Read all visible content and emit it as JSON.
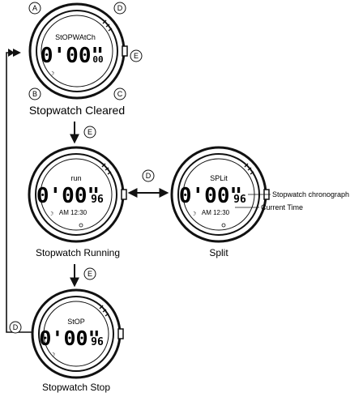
{
  "watches": {
    "cleared": {
      "caption": "Stopwatch Cleared",
      "top": "StOPWAtCh",
      "main": "0'00\"",
      "hundredths": "00",
      "bottom": ""
    },
    "running": {
      "caption": "Stopwatch Running",
      "top": "run",
      "main": "0'00\"",
      "hundredths": "96",
      "bottom": "AM 12:30"
    },
    "split": {
      "caption": "Split",
      "top": "SPLit",
      "main": "0'00\"",
      "hundredths": "96",
      "bottom": "AM 12:30"
    },
    "stop": {
      "caption": "Stopwatch Stop",
      "top": "StOP",
      "main": "0'00\"",
      "hundredths": "96",
      "bottom": ""
    }
  },
  "buttons": {
    "a": "A",
    "b": "B",
    "c": "C",
    "d": "D",
    "e": "E"
  },
  "flow_labels": {
    "step1": "E",
    "step2": "E",
    "toggle": "D",
    "return": "D"
  },
  "annotations": {
    "chronograph": "Stopwatch chronograph",
    "current_time": "Current Time"
  },
  "colors": {
    "ink": "#111111",
    "bezel": "#ffffff",
    "screen": "#ffffff"
  }
}
